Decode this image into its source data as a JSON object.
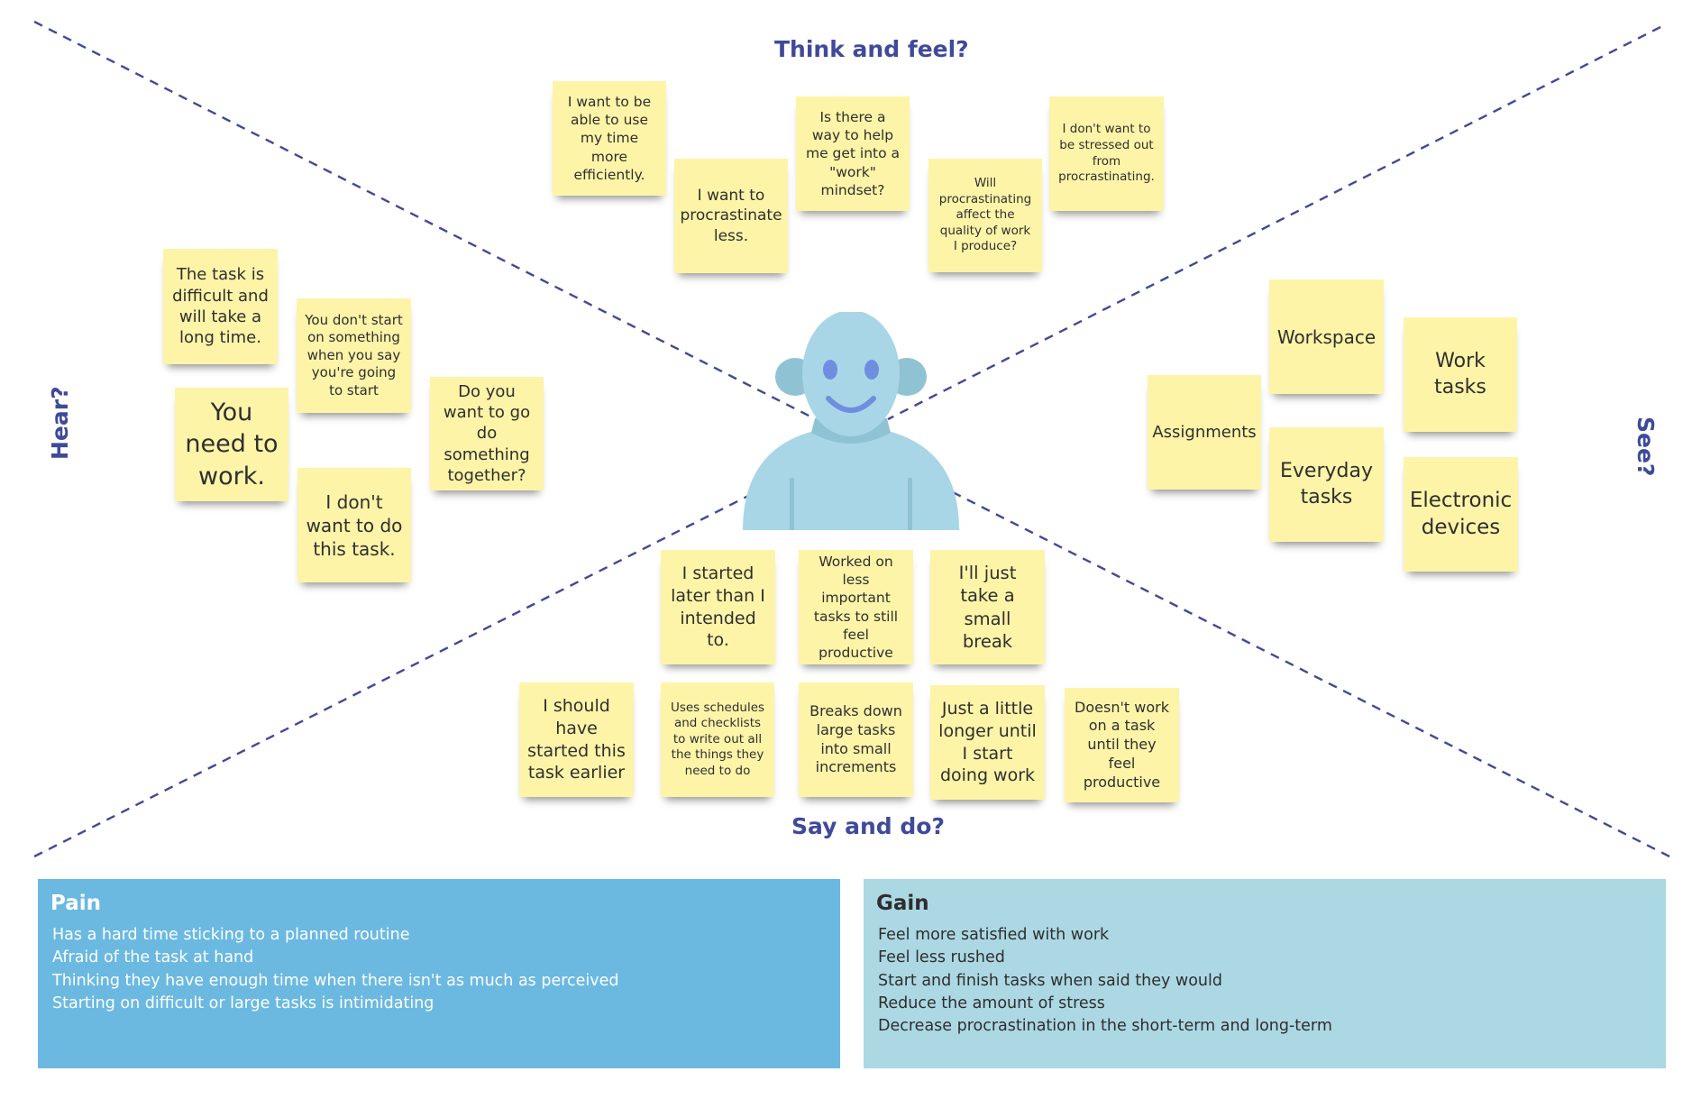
{
  "colors": {
    "background": "#ffffff",
    "label": "#3f4a9a",
    "dashed_line": "#3f4a9a",
    "sticky_note": "#fdf4a8",
    "pain_panel": "#6bb9e1",
    "gain_panel": "#acd8e3",
    "avatar": "#a8d6e6",
    "avatar_shade": "#8fc3d3",
    "avatar_eyes": "#6f8ee0"
  },
  "labels": {
    "think": "Think and feel?",
    "say": "Say and do?",
    "hear": "Hear?",
    "see": "See?"
  },
  "center": {
    "icon": "person-avatar-icon"
  },
  "think_notes": [
    "I want to be able to use my time more efficiently.",
    "I want to procrastinate less.",
    "Is there a way to help me get into a \"work\" mindset?",
    "Will procrastinating affect the quality of work I produce?",
    "I don't want to be stressed out from procrastinating."
  ],
  "hear_notes": [
    "The task is difficult and will take a long time.",
    "You don't start on something when you say you're going to start",
    "You need to work.",
    "Do you want to go do something together?",
    "I don't want to do this task."
  ],
  "see_notes": [
    "Workspace",
    "Work tasks",
    "Assignments",
    "Everyday tasks",
    "Electronic devices"
  ],
  "say_notes": [
    "I started later than I intended to.",
    "Worked on less important tasks to still feel productive",
    "I'll just take a small break",
    "I should have started this task earlier",
    "Uses schedules and checklists to write out all the things they need to do",
    "Breaks down large tasks into small increments",
    "Just a little longer until I start doing work",
    "Doesn't work on a task until they feel productive"
  ],
  "pain": {
    "title": "Pain",
    "items": [
      "Has a hard time sticking to a planned routine",
      "Afraid of the task at hand",
      "Thinking they have enough time when there isn't as much as perceived",
      "Starting on difficult or large tasks is intimidating"
    ]
  },
  "gain": {
    "title": "Gain",
    "items": [
      "Feel more satisfied with work",
      "Feel less rushed",
      "Start and finish tasks when said they would",
      "Reduce the amount of stress",
      "Decrease procrastination in the short-term and long-term"
    ]
  }
}
